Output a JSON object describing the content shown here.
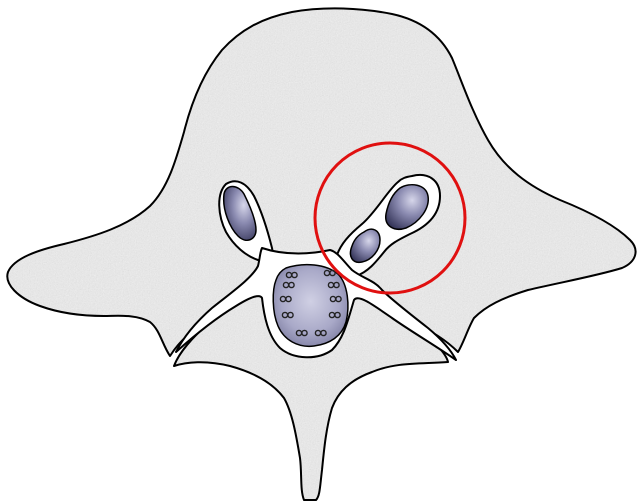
{
  "diagram": {
    "colors": {
      "background": "#ffffff",
      "tissue_fill": "#e8e8e8",
      "tissue_speckle": "#bdbdbd",
      "outline": "#000000",
      "cavity_fill": "#ffffff",
      "structure_dark": "#3c3c5e",
      "structure_mid": "#8a8ab0",
      "structure_light": "#d2d2e6",
      "highlight_ring": "#e01010",
      "ring_glyph": "#222222"
    },
    "elements": [
      "tissue-cross-section",
      "left-cavity-with-oval-structure",
      "right-cavity-with-two-oval-structures",
      "central-chamber-with-rounded-square-structure",
      "lower-arched-channel",
      "highlight-circle-marker"
    ],
    "central_structure": {
      "glyph": "ring-pair",
      "ring_pair_count": 10
    }
  }
}
